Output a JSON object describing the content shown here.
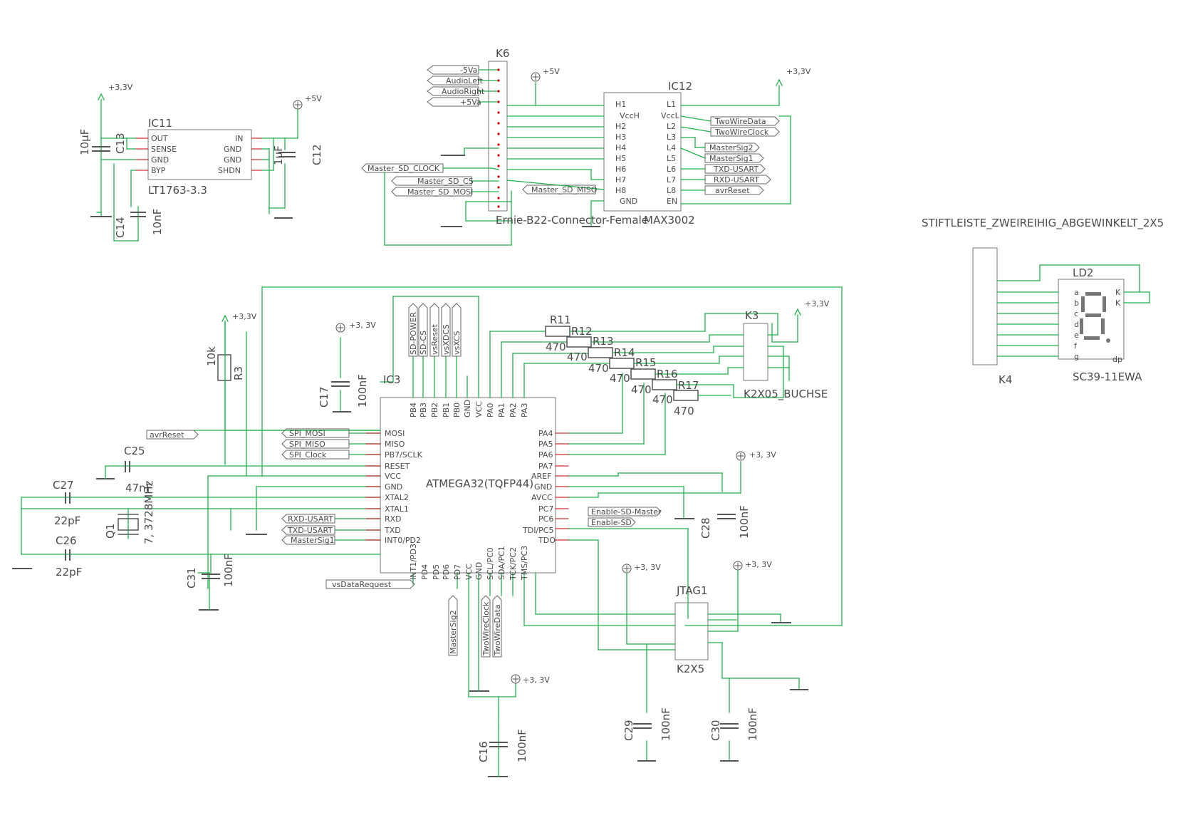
{
  "title_k4": "STIFTLEISTE_ZWEIREIHIG_ABGEWINKELT_2X5",
  "power": {
    "p33": "+3,3V",
    "p5": "+5V",
    "p33s": "+3, 3V"
  },
  "ic11": {
    "name": "IC11",
    "value": "LT1763-3.3",
    "pins_left": [
      "OUT",
      "SENSE",
      "GND",
      "BYP"
    ],
    "pins_right": [
      "IN",
      "GND",
      "GND",
      "SHDN"
    ]
  },
  "c13": {
    "name": "C13",
    "value": "10µF"
  },
  "c12": {
    "name": "C12",
    "value": "1µF"
  },
  "c14": {
    "name": "C14",
    "value": "10nF"
  },
  "k6": {
    "name": "K6",
    "value": "Ernie-B22-Connector-Female"
  },
  "k6_signals": [
    "-5Va",
    "AudioLeft",
    "AudioRight",
    "+5Va"
  ],
  "k6_left_nets": [
    "Master_SD_CLOCK",
    "Master_SD_CS",
    "Master_SD_MOSI",
    "Master_SD_MISO"
  ],
  "ic12": {
    "name": "IC12",
    "value": "MAX3002",
    "pins_left": [
      "H1",
      "VccH",
      "H2",
      "H3",
      "H4",
      "H5",
      "H6",
      "H7",
      "H8",
      "GND"
    ],
    "pins_right": [
      "L1",
      "VccL",
      "L2",
      "L3",
      "L4",
      "L5",
      "L6",
      "L7",
      "L8",
      "EN"
    ]
  },
  "ic12_nets": [
    "TwoWireData",
    "TwoWireClock",
    "MasterSig2",
    "MasterSig1",
    "TXD-USART",
    "RXD-USART",
    "avrReset"
  ],
  "k4": {
    "name": "K4"
  },
  "ld2": {
    "name": "LD2",
    "value": "SC39-11EWA",
    "pins_left": [
      "a",
      "b",
      "c",
      "d",
      "e",
      "f",
      "g"
    ],
    "pins_right": [
      "K",
      "K",
      "dp"
    ]
  },
  "ic3": {
    "name": "IC3",
    "value": "ATMEGA32(TQFP44)",
    "left_pins": [
      "MOSI",
      "MISO",
      "PB7/SCLK",
      "RESET",
      "VCC",
      "GND",
      "XTAL2",
      "XTAL1",
      "RXD",
      "TXD",
      "INT0/PD2"
    ],
    "right_pins": [
      "PA4",
      "PA5",
      "PA6",
      "PA7",
      "AREF",
      "GND",
      "AVCC",
      "PC7",
      "PC6",
      "TDI/PC5",
      "TDO"
    ],
    "top_pins": [
      "PB4",
      "PB3",
      "PB2",
      "PB1",
      "PB0",
      "GND",
      "VCC",
      "PA0",
      "PA1",
      "PA2",
      "PA3"
    ],
    "bottom_pins": [
      "INT1/PD3",
      "PD4",
      "PD5",
      "PD6",
      "PD7",
      "VCC",
      "GND",
      "SCL/PC0",
      "SDA/PC1",
      "TCK/PC2",
      "TMS/PC3"
    ]
  },
  "ic3_top_nets": [
    "SD-POWER",
    "SD-CS",
    "vsReset",
    "vsXDCS",
    "vsXCS"
  ],
  "ic3_left_nets": [
    "avrReset",
    "SPI_MOSI",
    "SPI_MISO",
    "SPI_Clock",
    "RXD-USART",
    "TXD-USART",
    "MasterSig1"
  ],
  "ic3_right_nets": [
    "Enable-SD-Master",
    "Enable-SD"
  ],
  "ic3_bottom_nets": [
    "vsDataRequest",
    "MasterSig2",
    "TwoWireClock",
    "TwoWireData"
  ],
  "resistors": [
    {
      "name": "R11",
      "value": "470"
    },
    {
      "name": "R12",
      "value": "470"
    },
    {
      "name": "R13",
      "value": "470"
    },
    {
      "name": "R14",
      "value": "470"
    },
    {
      "name": "R15",
      "value": "470"
    },
    {
      "name": "R16",
      "value": "470"
    },
    {
      "name": "R17",
      "value": "470"
    }
  ],
  "k3": {
    "name": "K3",
    "value": "K2X05_BUCHSE"
  },
  "r3": {
    "name": "R3",
    "value": "10k"
  },
  "c17": {
    "name": "C17",
    "value": "100nF"
  },
  "c25": {
    "name": "C25",
    "value": "47nF"
  },
  "c27": {
    "name": "C27",
    "value": "22pF"
  },
  "c26": {
    "name": "C26",
    "value": "22pF"
  },
  "q1": {
    "name": "Q1",
    "value": "7, 3728MHz"
  },
  "c31": {
    "name": "C31",
    "value": "100nF"
  },
  "c28": {
    "name": "C28",
    "value": "100nF"
  },
  "jtag1": {
    "name": "JTAG1",
    "value": "K2X5"
  },
  "c29": {
    "name": "C29",
    "value": "100nF"
  },
  "c30": {
    "name": "C30",
    "value": "100nF"
  },
  "c16": {
    "name": "C16",
    "value": "100nF"
  }
}
